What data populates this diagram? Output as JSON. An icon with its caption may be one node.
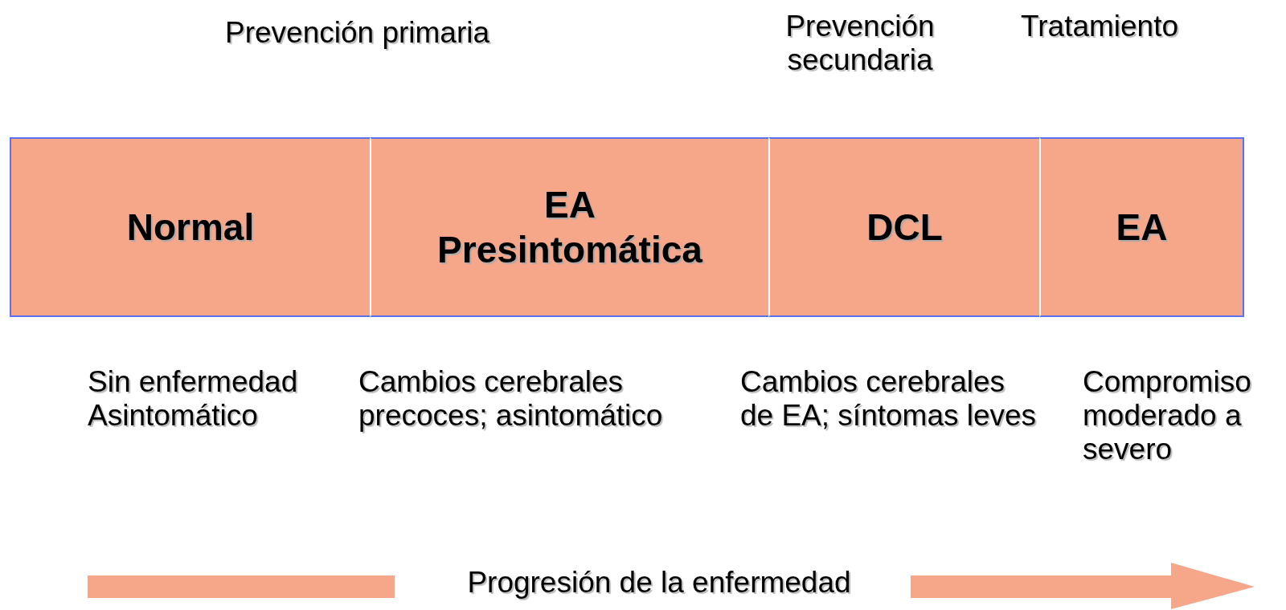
{
  "diagram": {
    "nodes": [
      {
        "text": [
          "Normal"
        ],
        "beside": [
          "Sin enfermedad Asintomático"
        ]
      },
      {
        "text": [
          "EA Presintomática"
        ],
        "beside": [
          "Cambios cerebrales precoces; asintomático"
        ]
      },
      {
        "text": [
          "DCL"
        ],
        "beside": [
          "Cambios cerebrales de EA; síntomas leves"
        ]
      },
      {
        "text": [
          "EA"
        ],
        "beside": [
          "Compromiso moderado a severo"
        ]
      }
    ],
    "edges": [],
    "labels": [
      "Prevención primaria",
      "Prevención secundaria",
      "Tratamiento",
      "Progresión de la enfermedad"
    ]
  }
}
